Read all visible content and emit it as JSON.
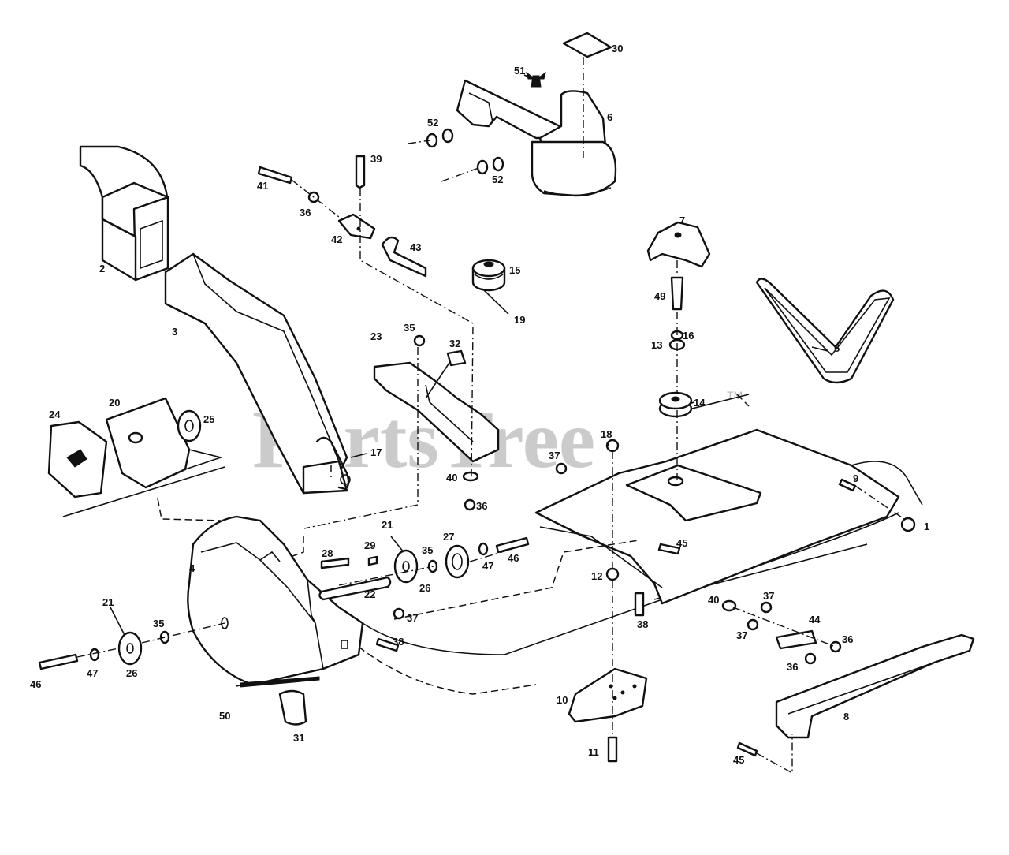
{
  "watermark": {
    "brand": "PartsTree",
    "trademark": "TM"
  },
  "callouts": [
    "1",
    "2",
    "3",
    "4",
    "5",
    "6",
    "7",
    "8",
    "9",
    "10",
    "11",
    "12",
    "13",
    "14",
    "15",
    "16",
    "17",
    "18",
    "19",
    "20",
    "21",
    "22",
    "23",
    "24",
    "25",
    "26",
    "27",
    "28",
    "29",
    "30",
    "31",
    "32",
    "35",
    "36",
    "37",
    "38",
    "39",
    "40",
    "41",
    "42",
    "43",
    "44",
    "45",
    "46",
    "47",
    "49",
    "50",
    "51",
    "52"
  ]
}
